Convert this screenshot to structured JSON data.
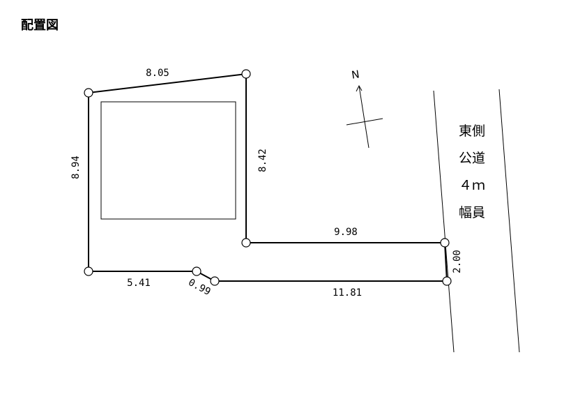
{
  "title": "配置図",
  "north_label": "N",
  "road": {
    "line1": "東側",
    "line2": "公道",
    "line3": "４ｍ",
    "line4": "幅員"
  },
  "dimensions": {
    "top": "8.05",
    "left": "8.94",
    "inner_right": "8.42",
    "middle": "9.98",
    "bottom_left": "5.41",
    "bottom_small": "0.99",
    "bottom_right": "11.81",
    "road_side": "2.00"
  }
}
